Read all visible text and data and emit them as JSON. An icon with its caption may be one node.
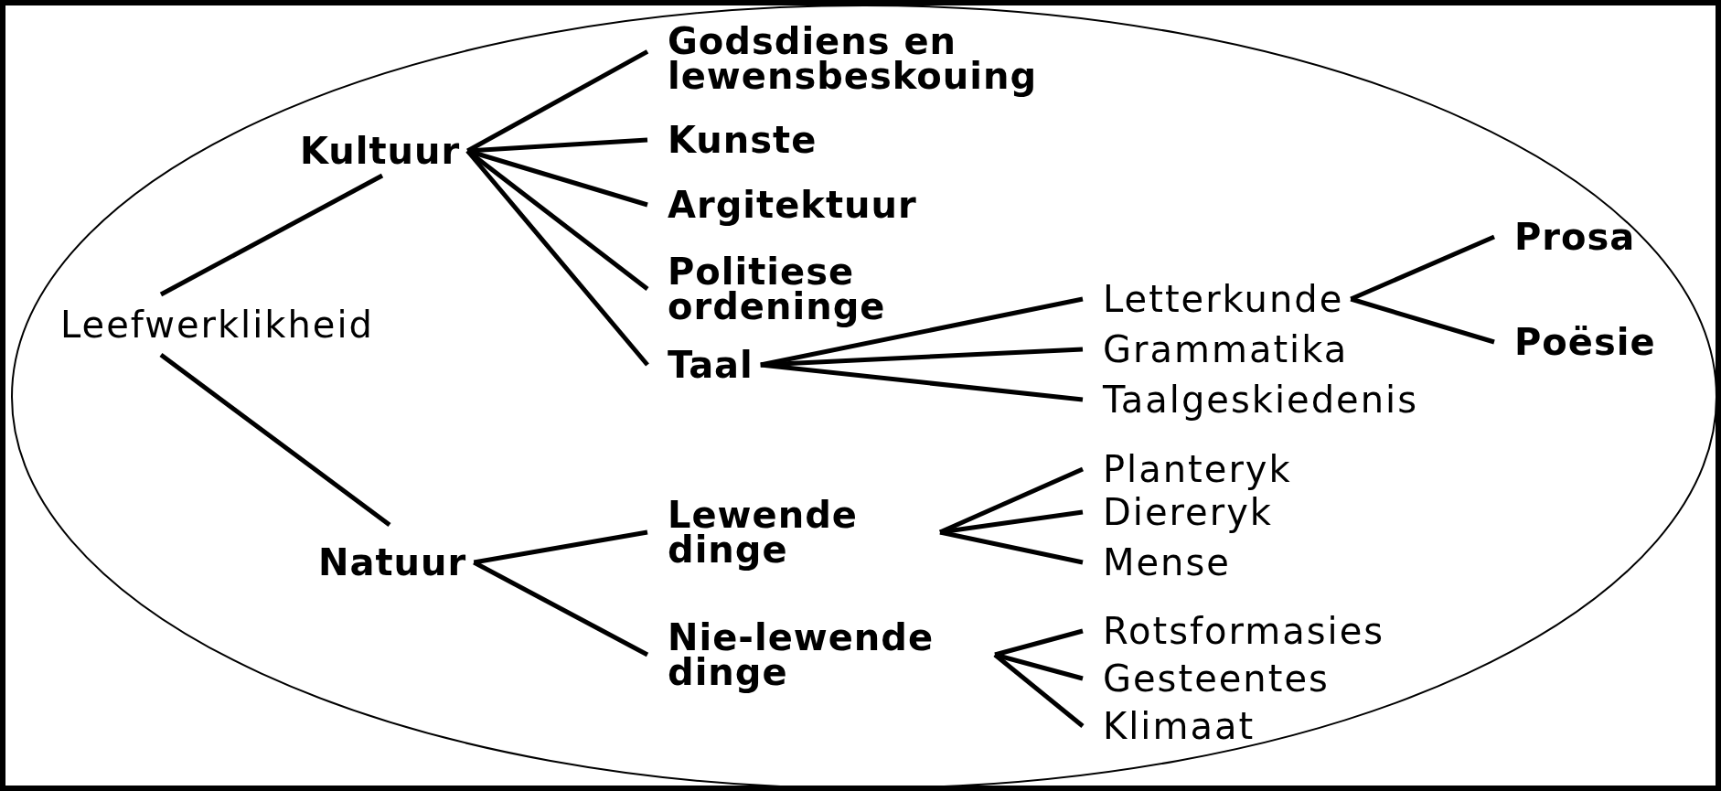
{
  "diagram": {
    "nodes": [
      {
        "text": [
          "Leefwerklikheid"
        ]
      },
      {
        "text": [
          "Kultuur"
        ]
      },
      {
        "text": [
          "Natuur"
        ]
      },
      {
        "text": [
          "Godsdiens en lewensbeskouing"
        ]
      },
      {
        "text": [
          "Kunste"
        ]
      },
      {
        "text": [
          "Argitektuur"
        ]
      },
      {
        "text": [
          "Politiese ordeninge"
        ]
      },
      {
        "text": [
          "Taal"
        ]
      },
      {
        "text": [
          "Letterkunde"
        ]
      },
      {
        "text": [
          "Grammatika"
        ]
      },
      {
        "text": [
          "Taalgeskiedenis"
        ]
      },
      {
        "text": [
          "Prosa"
        ]
      },
      {
        "text": [
          "Poësie"
        ]
      },
      {
        "text": [
          "Lewende dinge"
        ]
      },
      {
        "text": [
          "Nie-lewende dinge"
        ]
      },
      {
        "text": [
          "Planteryk"
        ]
      },
      {
        "text": [
          "Diereryk"
        ]
      },
      {
        "text": [
          "Mense"
        ]
      },
      {
        "text": [
          "Rotsformasies"
        ]
      },
      {
        "text": [
          "Gesteentes"
        ]
      },
      {
        "text": [
          "Klimaat"
        ]
      }
    ],
    "edges": [
      {
        "from": 0,
        "to": 1,
        "arrow": "none"
      },
      {
        "from": 0,
        "to": 2,
        "arrow": "none"
      },
      {
        "from": 1,
        "to": 3,
        "arrow": "none"
      },
      {
        "from": 1,
        "to": 4,
        "arrow": "none"
      },
      {
        "from": 1,
        "to": 5,
        "arrow": "none"
      },
      {
        "from": 1,
        "to": 6,
        "arrow": "none"
      },
      {
        "from": 1,
        "to": 7,
        "arrow": "none"
      },
      {
        "from": 7,
        "to": 8,
        "arrow": "none"
      },
      {
        "from": 7,
        "to": 9,
        "arrow": "none"
      },
      {
        "from": 7,
        "to": 10,
        "arrow": "none"
      },
      {
        "from": 8,
        "to": 11,
        "arrow": "none"
      },
      {
        "from": 8,
        "to": 12,
        "arrow": "none"
      },
      {
        "from": 2,
        "to": 13,
        "arrow": "none"
      },
      {
        "from": 2,
        "to": 14,
        "arrow": "none"
      },
      {
        "from": 13,
        "to": 15,
        "arrow": "none"
      },
      {
        "from": 13,
        "to": 16,
        "arrow": "none"
      },
      {
        "from": 13,
        "to": 17,
        "arrow": "none"
      },
      {
        "from": 14,
        "to": 18,
        "arrow": "none"
      },
      {
        "from": 14,
        "to": 19,
        "arrow": "none"
      },
      {
        "from": 14,
        "to": 20,
        "arrow": "none"
      }
    ]
  }
}
